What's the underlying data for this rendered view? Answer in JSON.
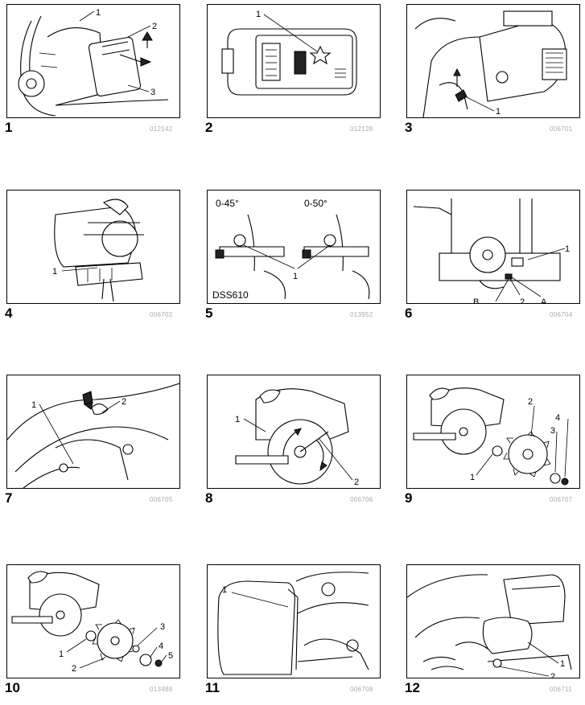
{
  "figures": [
    {
      "number": "1",
      "code": "012142",
      "callouts": [
        "1",
        "2",
        "3"
      ]
    },
    {
      "number": "2",
      "code": "012128",
      "callouts": [
        "1"
      ]
    },
    {
      "number": "3",
      "code": "006701",
      "callouts": [
        "1"
      ]
    },
    {
      "number": "4",
      "code": "006702",
      "callouts": [
        "1"
      ]
    },
    {
      "number": "5",
      "code": "013952",
      "callouts": [
        "1"
      ],
      "angle_left": "0-45°",
      "angle_right": "0-50°",
      "model": "DSS610"
    },
    {
      "number": "6",
      "code": "006704",
      "callouts": [
        "1",
        "2",
        "A",
        "B"
      ]
    },
    {
      "number": "7",
      "code": "006705",
      "callouts": [
        "1",
        "2"
      ]
    },
    {
      "number": "8",
      "code": "006706",
      "callouts": [
        "1",
        "2"
      ]
    },
    {
      "number": "9",
      "code": "006707",
      "callouts": [
        "1",
        "2",
        "3",
        "4"
      ]
    },
    {
      "number": "10",
      "code": "013488",
      "callouts": [
        "1",
        "2",
        "3",
        "4",
        "5"
      ]
    },
    {
      "number": "11",
      "code": "006708",
      "callouts": [
        "1"
      ]
    },
    {
      "number": "12",
      "code": "006711",
      "callouts": [
        "1",
        "2"
      ]
    }
  ]
}
